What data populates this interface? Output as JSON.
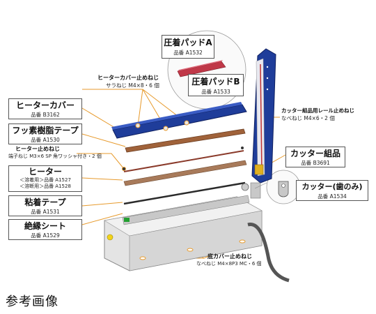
{
  "labels": {
    "pad_a": {
      "title": "圧着パッドA",
      "code": "品番 A1532"
    },
    "pad_b": {
      "title": "圧着パッドB",
      "code": "品番 A1533"
    },
    "heater_cover_screw": {
      "title": "ヒーターカバー止めねじ",
      "spec": "サラねじ M4×8・6 個"
    },
    "heater_cover": {
      "title": "ヒーターカバー",
      "code": "品番 B3162"
    },
    "fluoro_tape": {
      "title": "フッ素樹脂テープ",
      "code": "品番 A1530"
    },
    "heater_screw": {
      "title": "ヒーター止めねじ",
      "spec": "端子ねじ M3×6 SP 角ワッシャ付き・2 個"
    },
    "heater": {
      "title": "ヒーター",
      "line1": "＜溶着用＞品番 A1527",
      "line2": "＜溶断用＞品番 A1528"
    },
    "adhesive_tape": {
      "title": "粘着テープ",
      "code": "品番 A1531"
    },
    "insulation_sheet": {
      "title": "絶縁シート",
      "code": "品番 A1529"
    },
    "cutter_rail_screw": {
      "title": "カッター組品用レール止めねじ",
      "spec": "なべねじ M4×6・2 個"
    },
    "cutter_assembly": {
      "title": "カッター組品",
      "code": "品番 B3691"
    },
    "cutter_blade": {
      "title": "カッター(歯のみ)",
      "code": "品番 A1534"
    },
    "bottom_cover_screw": {
      "title": "底カバー止めねじ",
      "spec": "なべねじ M4×8P3 MC・6 個"
    }
  },
  "caption": "参考画像",
  "colors": {
    "cover_blue": "#1f3d9a",
    "tape_brown": "#a0623a",
    "line_orange": "#e79a2c",
    "body_gray": "#e4e4e4"
  }
}
